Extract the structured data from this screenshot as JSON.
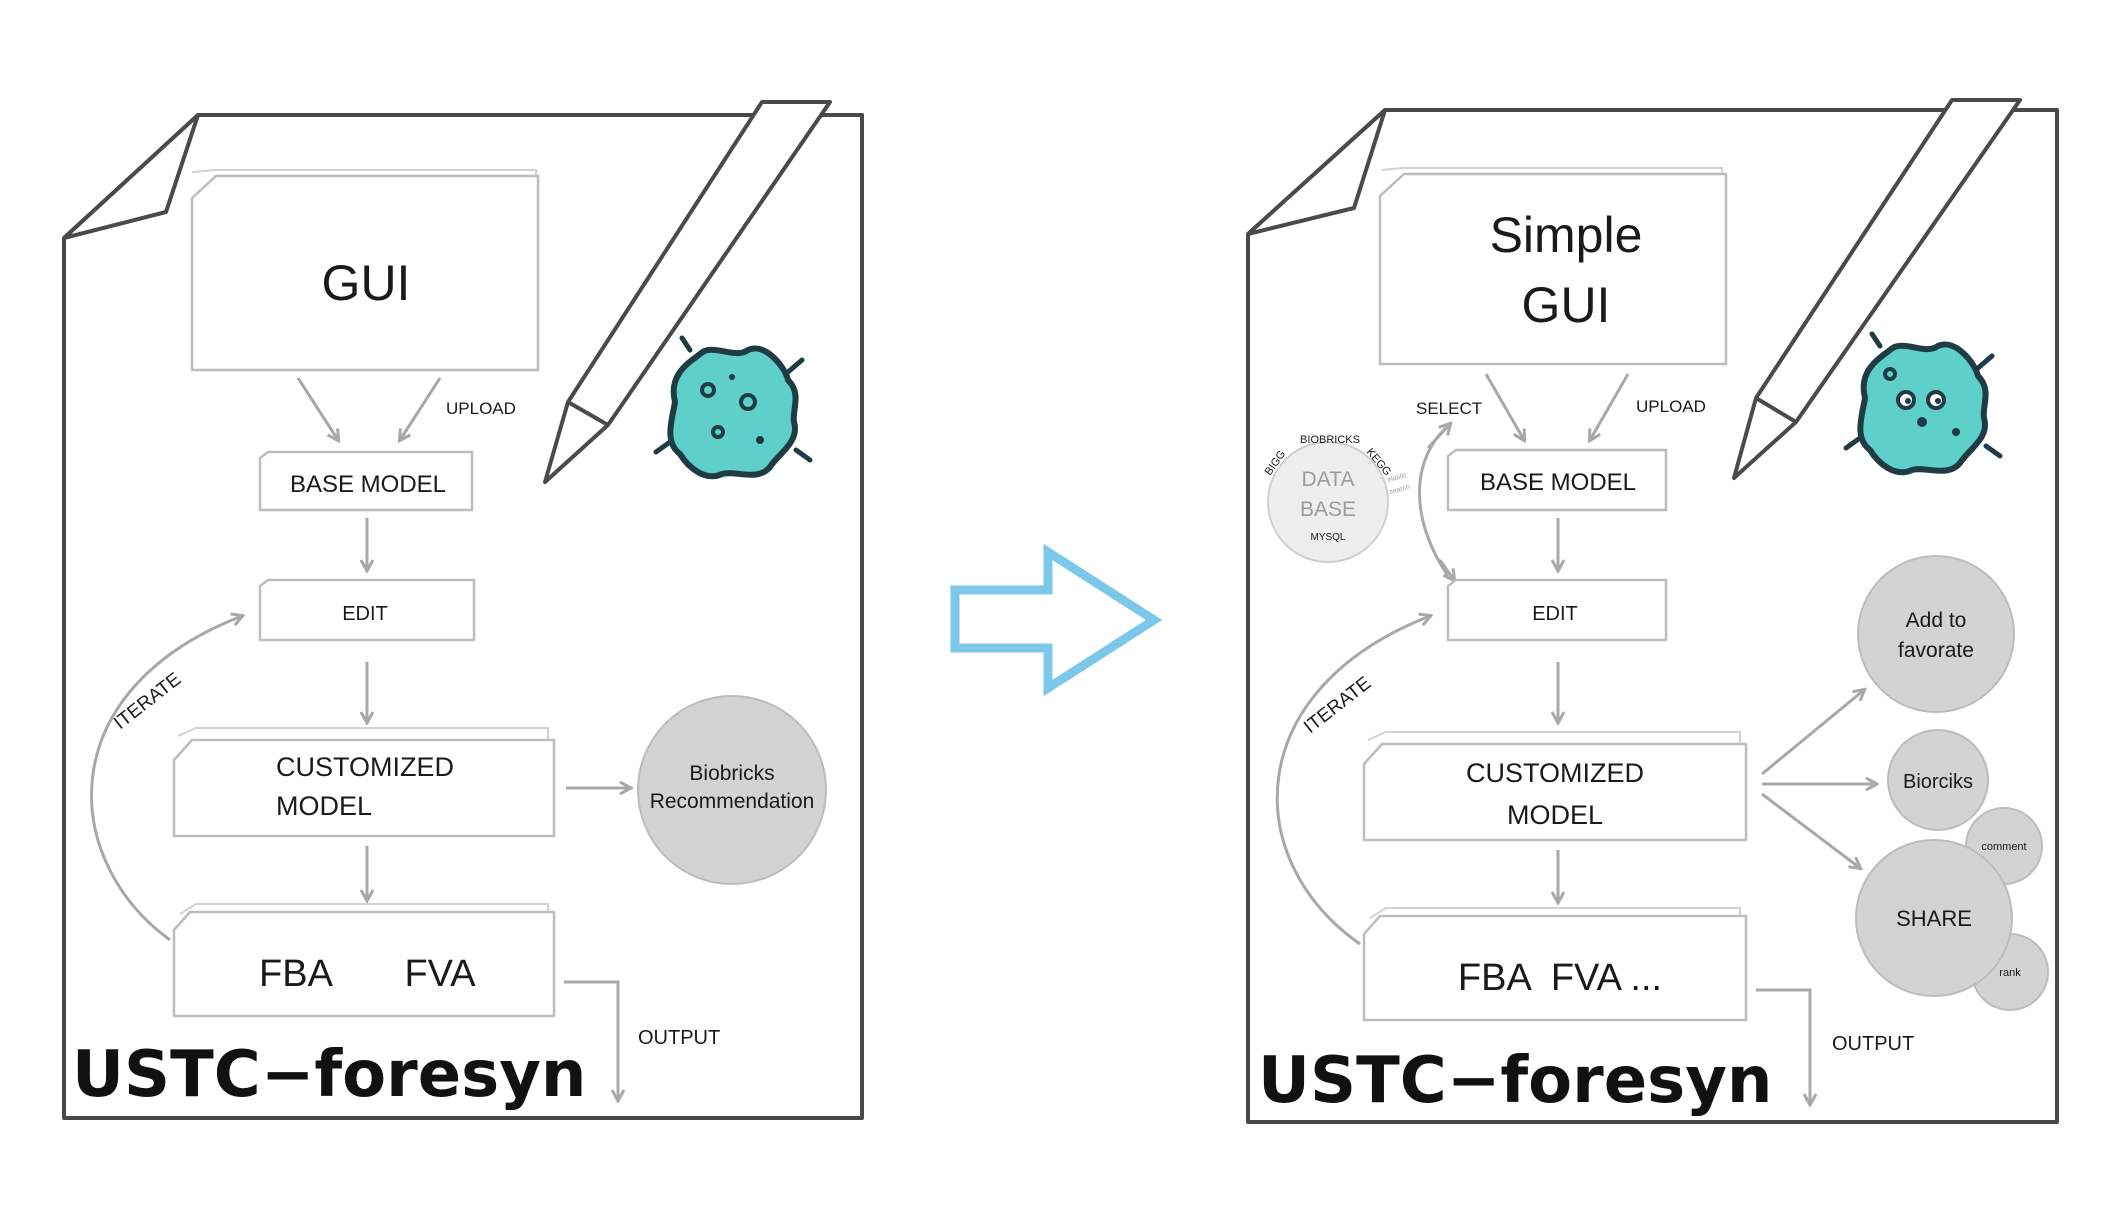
{
  "left_panel": {
    "gui_label": "GUI",
    "upload_label": "UPLOAD",
    "base_model_label": "BASE MODEL",
    "edit_label": "EDIT",
    "iterate_label": "ITERATE",
    "customized_line1": "CUSTOMIZED",
    "customized_line2": "MODEL",
    "fba_label": "FBA",
    "fva_label": "FVA",
    "output_label": "OUTPUT",
    "biobricks_line1": "Biobricks",
    "biobricks_line2": "Recommendation",
    "logo": "USTC−foresyn"
  },
  "right_panel": {
    "gui_line1": "Simple",
    "gui_line2": "GUI",
    "select_label": "SELECT",
    "upload_label": "UPLOAD",
    "base_model_label": "BASE MODEL",
    "edit_label": "EDIT",
    "iterate_label": "ITERATE",
    "customized_line1": "CUSTOMIZED",
    "customized_line2": "MODEL",
    "fba_fva_label": "FBA  FVA ...",
    "output_label": "OUTPUT",
    "database": {
      "line1": "DATA",
      "line2": "BASE",
      "bigg": "BIGG",
      "biobricks": "BIOBRICKS",
      "kegg": "KEGG",
      "mysql": "MYSQL",
      "elastic_line1": "elastic",
      "elastic_line2": "search"
    },
    "favorite_line1": "Add to",
    "favorite_line2": "favorate",
    "biobricks_label": "Biorciks",
    "share_label": "SHARE",
    "comment_label": "comment",
    "rank_label": "rank",
    "logo": "USTC−foresyn"
  },
  "colors": {
    "transition_arrow": "#7cc8ea",
    "bacteria_fill": "#5ecfc9",
    "bacteria_outline": "#1f3b44",
    "circle_fill": "#d3d3d3",
    "page_outline": "#4a4a4a"
  },
  "icons": [
    "pencil-icon",
    "bacteria-icon",
    "transition-arrow-icon"
  ]
}
